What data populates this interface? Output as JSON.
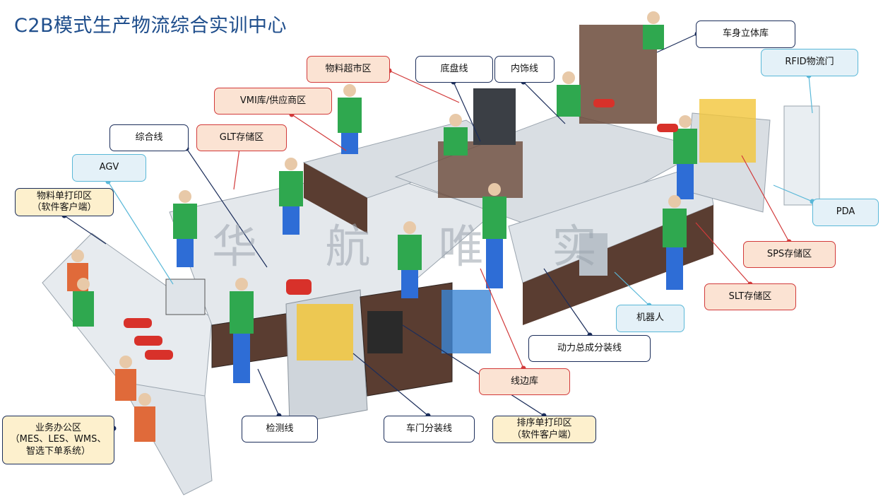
{
  "title": "C2B模式生产物流综合实训中心",
  "watermark": "华 航 唯 实",
  "labels": {
    "body_warehouse": "车身立体库",
    "rfid_gate": "RFID物流门",
    "chassis_line": "底盘线",
    "interior_line": "内饰线",
    "material_supermarket": "物料超市区",
    "vmi": "VMI库/供应商区",
    "integration_line": "综合线",
    "glt_storage": "GLT存储区",
    "agv": "AGV",
    "material_print": "物料单打印区\n（软件客户端）",
    "pda": "PDA",
    "sps_storage": "SPS存储区",
    "slt_storage": "SLT存储区",
    "robot": "机器人",
    "powertrain_line": "动力总成分装线",
    "lineside_store": "线边库",
    "office": "业务办公区\n（MES、LES、WMS、\n智选下单系统）",
    "inspection_line": "检测线",
    "door_line": "车门分装线",
    "sequence_print": "排序单打印区\n（软件客户端）"
  }
}
